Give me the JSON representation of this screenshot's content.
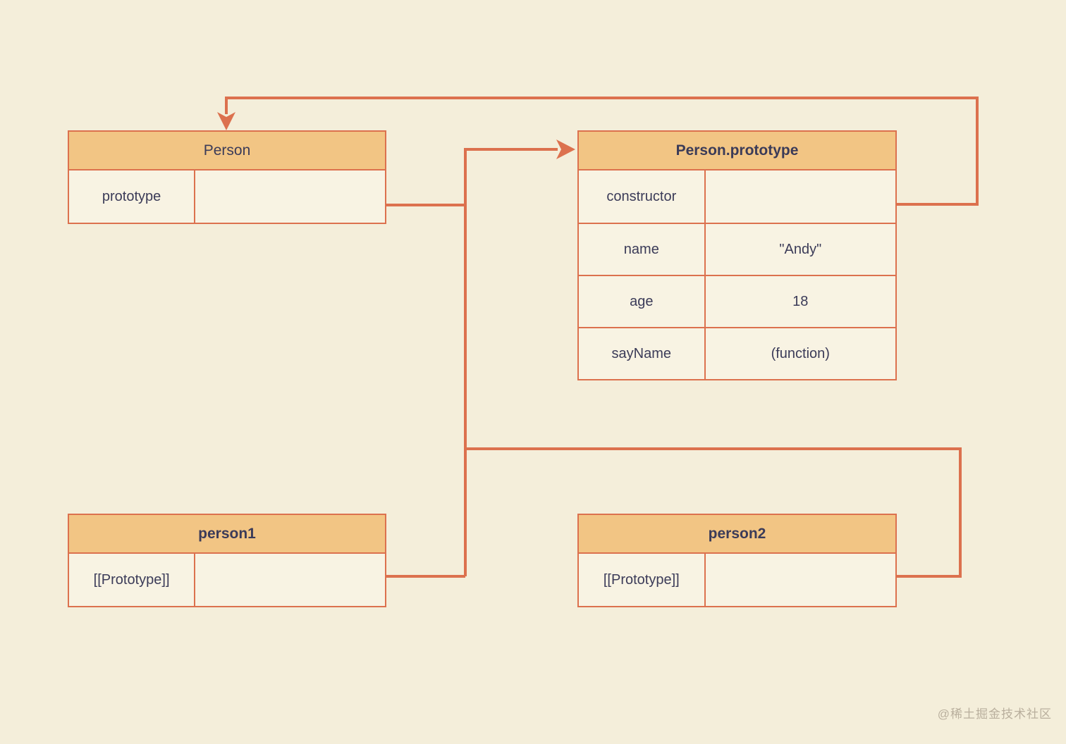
{
  "theme": {
    "accent": "#DC714E",
    "header_fill": "#F2C584",
    "cell_fill": "#F8F3E3",
    "page_bg": "#F4EEDA",
    "text": "#3B3B58",
    "watermark_color": "#B9AF9D"
  },
  "tables": {
    "person": {
      "title": "Person",
      "rows": [
        {
          "key": "prototype",
          "value": ""
        }
      ]
    },
    "personPrototype": {
      "title": "Person.prototype",
      "rows": [
        {
          "key": "constructor",
          "value": ""
        },
        {
          "key": "name",
          "value": "\"Andy\""
        },
        {
          "key": "age",
          "value": "18"
        },
        {
          "key": "sayName",
          "value": "(function)"
        }
      ]
    },
    "person1": {
      "title": "person1",
      "rows": [
        {
          "key": "[[Prototype]]",
          "value": ""
        }
      ]
    },
    "person2": {
      "title": "person2",
      "rows": [
        {
          "key": "[[Prototype]]",
          "value": ""
        }
      ]
    }
  },
  "edges": [
    {
      "from": "Person.prototype",
      "via": "constructor",
      "to": "Person"
    },
    {
      "from": "Person",
      "via": "prototype",
      "to": "Person.prototype"
    },
    {
      "from": "person1",
      "via": "[[Prototype]]",
      "to": "Person.prototype"
    },
    {
      "from": "person2",
      "via": "[[Prototype]]",
      "to": "Person.prototype"
    }
  ],
  "watermark": "@稀土掘金技术社区"
}
